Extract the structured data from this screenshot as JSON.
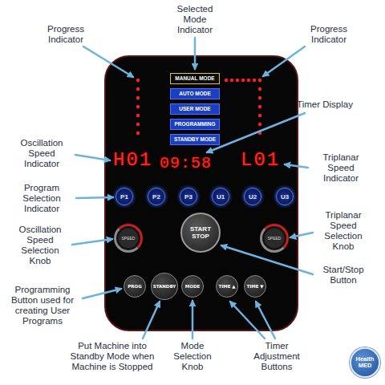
{
  "diagram": {
    "nodes": [
      {
        "text": [
          "H01",
          "09:58",
          "L01"
        ]
      },
      {
        "text": [
          "MANUAL MODE"
        ],
        "in": 0
      },
      {
        "text": [
          "AUTO MODE"
        ],
        "in": 0
      },
      {
        "text": [
          "USER MODE"
        ],
        "in": 0
      },
      {
        "text": [
          "PROGRAMMING"
        ],
        "in": 0
      },
      {
        "text": [
          "STANDBY MODE"
        ],
        "in": 0
      },
      {
        "text": [
          "P1"
        ],
        "in": 0
      },
      {
        "text": [
          "P2"
        ],
        "in": 0
      },
      {
        "text": [
          "P3"
        ],
        "in": 0
      },
      {
        "text": [
          "U1"
        ],
        "in": 0
      },
      {
        "text": [
          "U2"
        ],
        "in": 0
      },
      {
        "text": [
          "U3"
        ],
        "in": 0
      },
      {
        "text": [
          "SPEED"
        ],
        "in": 0
      },
      {
        "text": [
          "START STOP"
        ],
        "in": 0
      },
      {
        "text": [
          "SPEED"
        ],
        "in": 0
      },
      {
        "text": [
          "PROG"
        ],
        "in": 0
      },
      {
        "text": [
          "STANDBY"
        ],
        "in": 0
      },
      {
        "text": [
          "MODE"
        ],
        "in": 0
      },
      {
        "text": [
          "TIME ▲"
        ],
        "in": 0
      },
      {
        "text": [
          "TIME ▼"
        ],
        "in": 0
      },
      {
        "text": [
          "Health MED"
        ]
      }
    ],
    "labels": [
      "Selected Mode Indicator",
      "Progress Indicator",
      "Progress Indicator",
      "Timer Display",
      "Oscillation Speed Indicator",
      "Triplanar Speed Indicator",
      "Program Selection Indicator",
      "Triplanar Speed Selection Knob",
      "Oscillation Speed Selection Knob",
      "Start/Stop Button",
      "Programming Button used for creating User Programs",
      "Put Machine into Standby Mode when Machine is Stopped",
      "Mode Selection Knob",
      "Timer Adjustment Buttons"
    ]
  }
}
